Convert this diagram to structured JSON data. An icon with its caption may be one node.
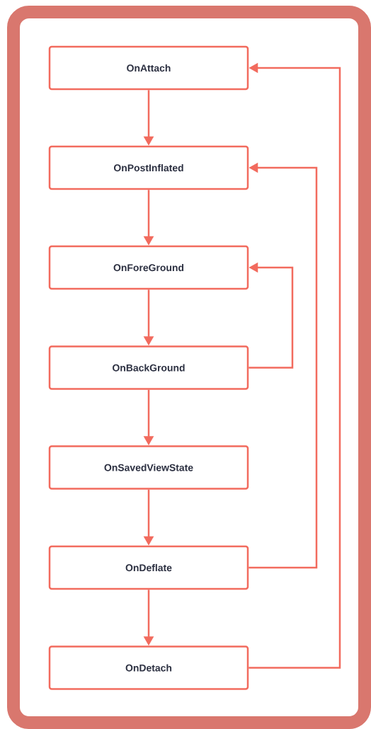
{
  "diagram": {
    "nodes": [
      {
        "text": [
          "OnAttach"
        ]
      },
      {
        "text": [
          "OnPostInflated"
        ]
      },
      {
        "text": [
          "OnForeGround"
        ]
      },
      {
        "text": [
          "OnBackGround"
        ]
      },
      {
        "text": [
          "OnSavedViewState"
        ]
      },
      {
        "text": [
          "OnDeflate"
        ]
      },
      {
        "text": [
          "OnDetach"
        ]
      }
    ],
    "edges": [
      {
        "from": 0,
        "to": 1,
        "arrow": "to"
      },
      {
        "from": 1,
        "to": 2,
        "arrow": "to"
      },
      {
        "from": 2,
        "to": 3,
        "arrow": "to"
      },
      {
        "from": 3,
        "to": 4,
        "arrow": "to"
      },
      {
        "from": 4,
        "to": 5,
        "arrow": "to"
      },
      {
        "from": 5,
        "to": 6,
        "arrow": "to"
      },
      {
        "from": 3,
        "to": 2,
        "arrow": "to"
      },
      {
        "from": 5,
        "to": 1,
        "arrow": "to"
      },
      {
        "from": 6,
        "to": 0,
        "arrow": "to"
      }
    ]
  }
}
